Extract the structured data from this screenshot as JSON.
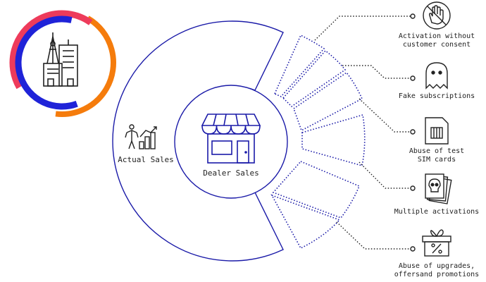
{
  "center_label": "Dealer Sales",
  "outer_label": "Actual Sales",
  "fraud_items": [
    {
      "icon": "hand-stop-icon",
      "label": "Activation without\ncustomer consent"
    },
    {
      "icon": "ghost-icon",
      "label": "Fake subscriptions"
    },
    {
      "icon": "sim-card-icon",
      "label": "Abuse of test\nSIM cards"
    },
    {
      "icon": "skull-cards-icon",
      "label": "Multiple activations"
    },
    {
      "icon": "gift-percent-icon",
      "label": "Abuse of upgrades,\noffersand promotions"
    }
  ],
  "colors": {
    "line": "#1a1aa8",
    "logo_red": "#ee3b5b",
    "logo_blue": "#1f23d8",
    "logo_orange": "#f57c0c",
    "icon": "#222222"
  }
}
